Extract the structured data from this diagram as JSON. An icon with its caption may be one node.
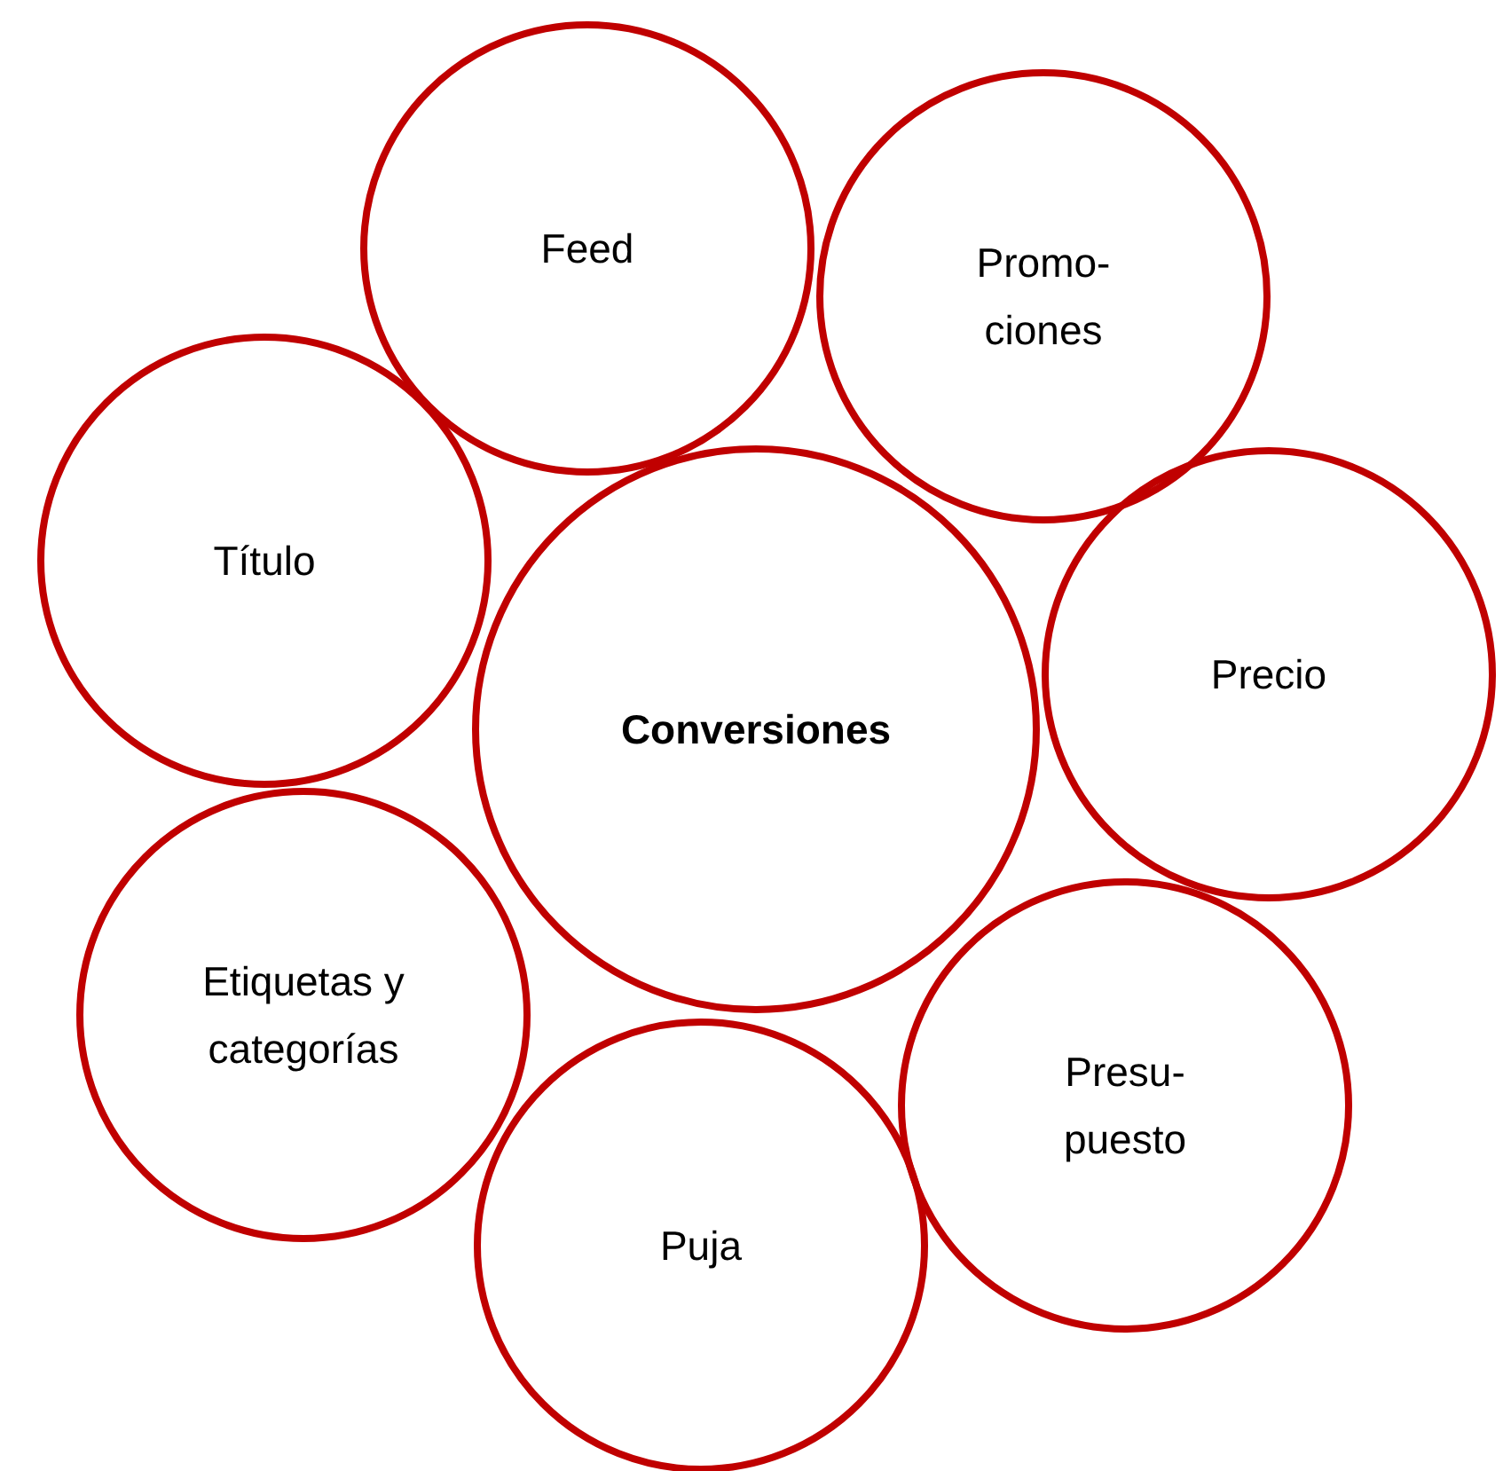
{
  "diagram": {
    "nodes": [
      {
        "text": [
          "Feed"
        ]
      },
      {
        "text": [
          "Promo- ciones"
        ]
      },
      {
        "text": [
          "Título"
        ]
      },
      {
        "text": [
          "Conversiones"
        ]
      },
      {
        "text": [
          "Precio"
        ]
      },
      {
        "text": [
          "Etiquetas y categorías"
        ]
      },
      {
        "text": [
          "Presu- puesto"
        ]
      },
      {
        "text": [
          "Puja"
        ]
      }
    ]
  }
}
